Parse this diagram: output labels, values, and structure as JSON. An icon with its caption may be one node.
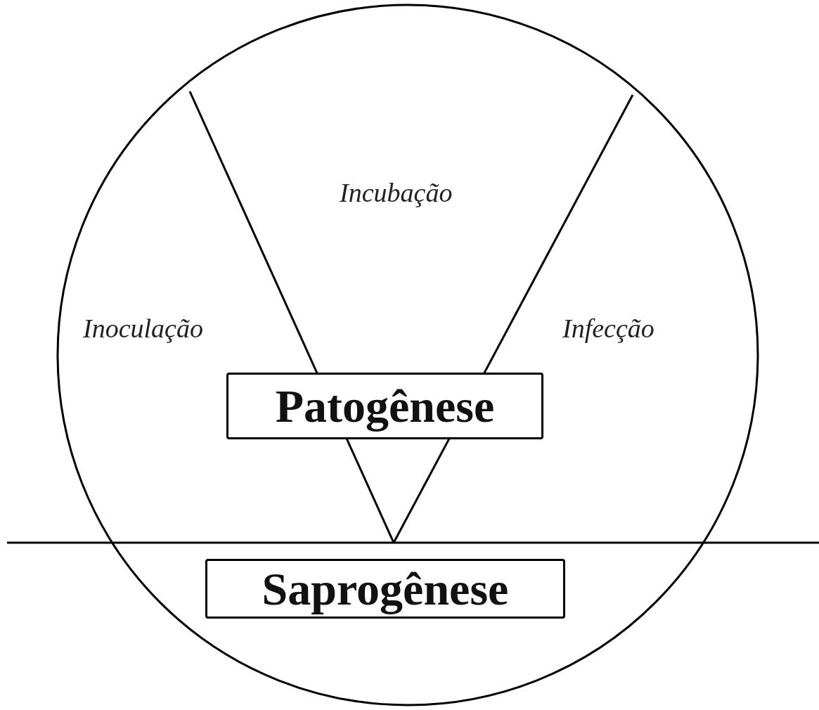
{
  "diagram": {
    "nodes": [
      {
        "text": [],
        "shape": "circle"
      },
      {
        "text": [
          "Patogênese"
        ],
        "in": 0
      },
      {
        "text": [
          "Saprogênese"
        ],
        "in": 0
      }
    ],
    "labels": [
      "Incubação",
      "Inoculação",
      "Infecção"
    ]
  }
}
